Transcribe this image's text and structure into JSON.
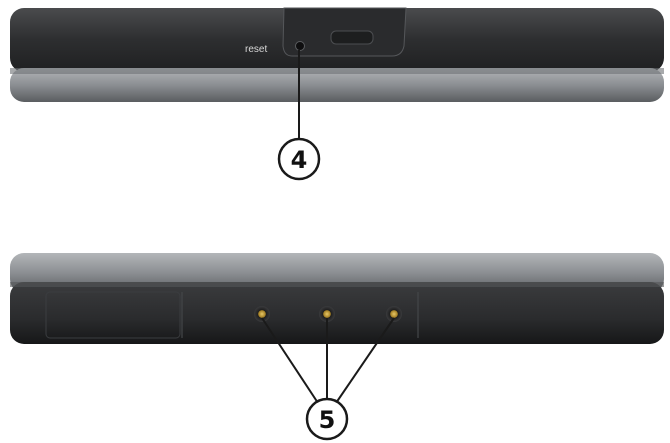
{
  "top_device": {
    "reset_label": "reset"
  },
  "callouts": [
    {
      "label": "4"
    },
    {
      "label": "5"
    }
  ],
  "colors": {
    "body_dark": "#2f3031",
    "band_grey": "#8f9296",
    "leader": "#1a1a1a",
    "pin_gold": "#c9a33a"
  }
}
